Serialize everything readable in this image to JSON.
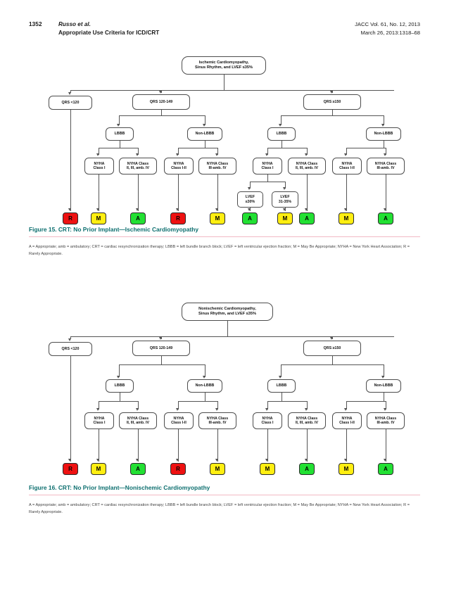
{
  "running_head": {
    "page_number": "1352",
    "authors": "Russo et al.",
    "article_title": "Appropriate Use Criteria for ICD/CRT",
    "journal_line1": "JACC Vol. 61, No. 12, 2013",
    "journal_line2": "March 26, 2013:1318–68"
  },
  "legend_colors": {
    "rarely_appropriate": "#ee1111",
    "may_be_appropriate": "#ffee11",
    "appropriate": "#22e033",
    "caption_color": "#0d6f6f"
  },
  "figure15": {
    "caption": "Figure 15.  CRT: No Prior Implant—Ischemic Cardiomyopathy",
    "footnote": "A = Appropriate; amb = ambulatory; CRT = cardiac resynchronization therapy; LBBB = left bundle branch block; LVEF = left ventricular ejection fraction; M = May Be Appropriate; NYHA = New York Heart Association; R = Rarely Appropriate.",
    "root": "Ischemic Cardiomyopathy,\nSinus Rhythm, and LVEF ≤35%",
    "nodes": {
      "qrs_lt120": "QRS <120",
      "qrs_120_149": "QRS 120-149",
      "qrs_ge150": "QRS ≥150",
      "lbbb_a": "LBBB",
      "nonlbbb_a": "Non-LBBB",
      "lbbb_b": "LBBB",
      "nonlbbb_b": "Non-LBBB",
      "nyha1": "NYHA\nClass I",
      "nyha2": "NYHA Class\nII, III, amb. IV",
      "nyha3": "NYHA\nClass I-II",
      "nyha4": "NYHA Class\nIII-amb. IV",
      "nyha5": "NYHA\nClass I",
      "nyha6": "NYHA Class\nII, III, amb. IV",
      "nyha7": "NYHA\nClass I-II",
      "nyha8": "NYHA Class\nIII-amb. IV",
      "lvef_le30": "LVEF\n≤30%",
      "lvef_31_35": "LVEF\n31-35%"
    },
    "outcomes": [
      "R",
      "M",
      "A",
      "R",
      "M",
      "A",
      "M",
      "A",
      "M",
      "A"
    ]
  },
  "figure16": {
    "caption": "Figure 16.  CRT: No Prior Implant—Nonischemic Cardiomyopathy",
    "footnote": "A = Appropriate; amb = ambulatory; CRT = cardiac resynchronization therapy; LBBB = left bundle branch block; LVEF = left ventricular ejection fraction; M = May Be Appropriate; NYHA = New York Heart Association; R = Rarely Appropriate.",
    "root": "Nonischemic Cardiomyopathy,\nSinus Rhythm, and LVEF ≤35%",
    "nodes": {
      "qrs_lt120": "QRS <120",
      "qrs_120_149": "QRS 120-149",
      "qrs_ge150": "QRS ≥150",
      "lbbb_a": "LBBB",
      "nonlbbb_a": "Non-LBBB",
      "lbbb_b": "LBBB",
      "nonlbbb_b": "Non-LBBB",
      "nyha1": "NYHA\nClass I",
      "nyha2": "NYHA Class\nII, III, amb. IV",
      "nyha3": "NYHA\nClass I-II",
      "nyha4": "NYHA Class\nIII-amb. IV",
      "nyha5": "NYHA\nClass I",
      "nyha6": "NYHA Class\nII, III, amb. IV",
      "nyha7": "NYHA\nClass I-II",
      "nyha8": "NYHA Class\nIII-amb. IV"
    },
    "outcomes": [
      "R",
      "M",
      "A",
      "R",
      "M",
      "M",
      "A",
      "M",
      "A"
    ]
  }
}
